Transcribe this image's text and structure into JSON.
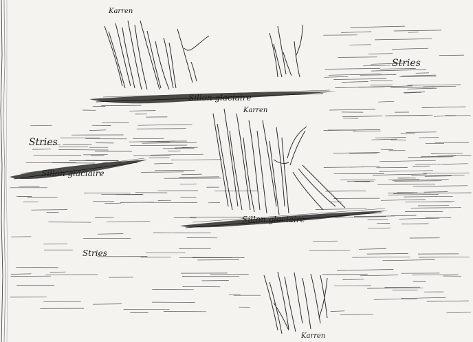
{
  "labels": {
    "karren_top": "Karren",
    "karren_middle": "Karren",
    "karren_bottom": "Karren",
    "sillon_top": "Sillon glaciaire",
    "sillon_left": "Sillon glaciaire",
    "sillon_middle": "Sillon glaciaire",
    "stries_right": "Stries",
    "stries_left": "Stries",
    "stries_bottom": "Stries"
  },
  "colors": {
    "paper": "#f4f3f0",
    "ink": "#1e1e1e",
    "hatch": "#555555"
  }
}
